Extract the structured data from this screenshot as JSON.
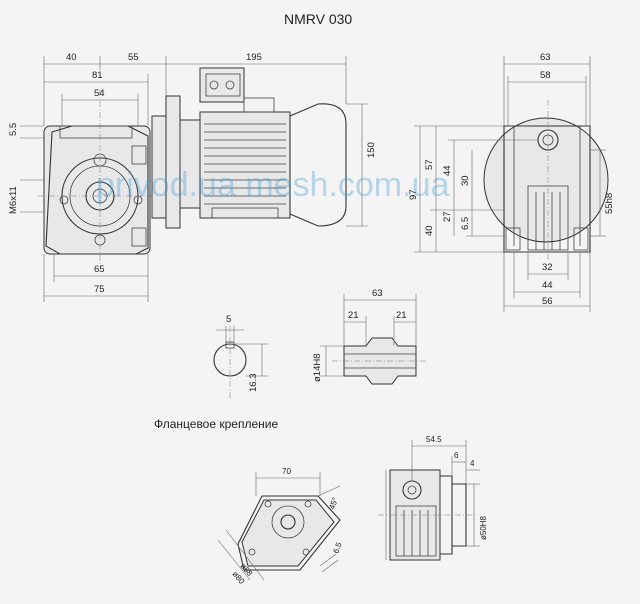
{
  "title": "NMRV 030",
  "watermark": "privod.ua   mesh.com.ua",
  "flange_heading": "Фланцевое крепление",
  "dims": {
    "d40": "40",
    "d55": "55",
    "d195": "195",
    "d81": "81",
    "d54": "54",
    "d5_5": "5.5",
    "m6x11": "M6x11",
    "d65": "65",
    "d75": "75",
    "d150": "150",
    "d63_top": "63",
    "d58": "58",
    "d97": "97",
    "d57": "57",
    "d44_v": "44",
    "d30": "30",
    "d40_v": "40",
    "d27": "27",
    "d6_5_v": "6.5",
    "d55h8": "55h8",
    "d32": "32",
    "d44_h": "44",
    "d56": "56",
    "key5": "5",
    "d16_3": "16.3",
    "shaft63": "63",
    "d21a": "21",
    "d21b": "21",
    "d14h8": "ø14H8",
    "f70": "70",
    "f45": "45°",
    "f6_5": "6.5",
    "f68": "ø68",
    "f80": "ø80",
    "f54_5": "54.5",
    "f6": "6",
    "f4": "4",
    "f50h8": "ø50H8"
  }
}
